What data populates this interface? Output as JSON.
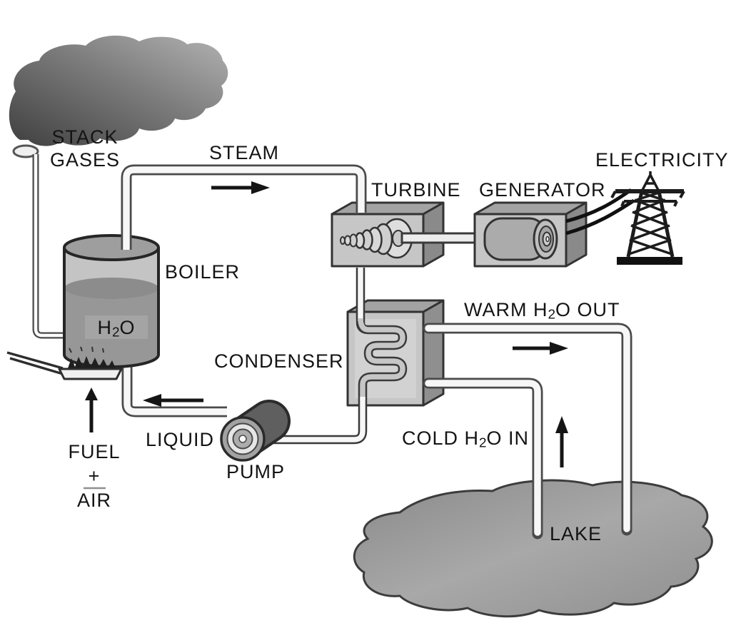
{
  "diagram": {
    "kind": "steam-power-plant-cycle"
  },
  "labels": {
    "stack_gases_line1": "STACK",
    "stack_gases_line2": "GASES",
    "steam": "STEAM",
    "turbine": "TURBINE",
    "generator": "GENERATOR",
    "electricity": "ELECTRICITY",
    "boiler": "BOILER",
    "condenser": "CONDENSER",
    "liquid": "LIQUID",
    "pump": "PUMP",
    "lake": "LAKE",
    "fuel": "FUEL",
    "plus": "+",
    "air": "AIR",
    "h2o": {
      "pre": "H",
      "sub": "2",
      "post": "O"
    },
    "warm_out": {
      "pre": "WARM H",
      "sub": "2",
      "post": "O OUT"
    },
    "cold_in": {
      "pre": "COLD H",
      "sub": "2",
      "post": "O IN"
    }
  },
  "colors": {
    "text": "#141414",
    "pipe_fill": "#f7f7f7",
    "pipe_outline": "#4a4a4a",
    "box_front": "#c6c6c6",
    "box_top": "#a3a3a3",
    "box_side": "#8a8a8a",
    "smoke_dark": "#3f3f3f",
    "smoke_light": "#ababab",
    "water_dark": "#8c8c8c",
    "lake_fill": "#9a9a9a",
    "arrow": "#151515"
  }
}
